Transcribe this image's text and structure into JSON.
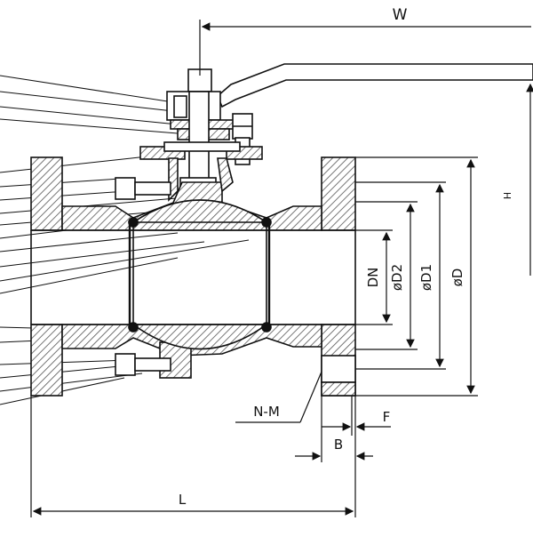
{
  "diagram": {
    "labels": {
      "width": "W",
      "height": "H",
      "nominal_diameter": "DN",
      "diameter_d2": "øD2",
      "diameter_d1": "øD1",
      "diameter_d": "øD",
      "bolt_holes": "N-M",
      "flange_thickness": "F",
      "flange_width": "B",
      "length": "L"
    },
    "colors": {
      "line": "#111111",
      "hatch": "#444444",
      "background": "#ffffff"
    }
  }
}
